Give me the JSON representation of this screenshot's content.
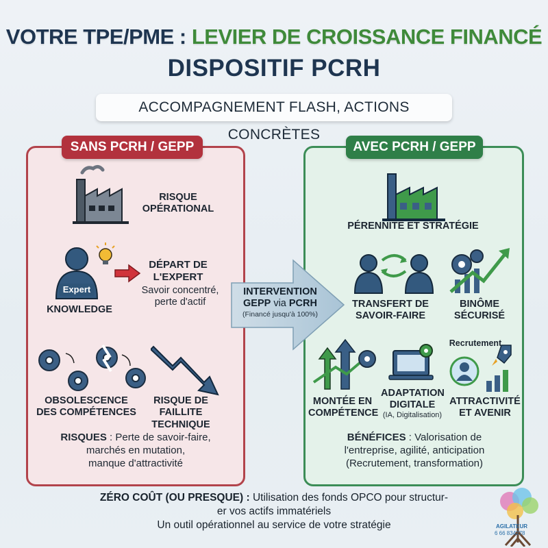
{
  "header": {
    "title_part1": "VOTRE TPE/PME :",
    "title_part2": "LEVIER DE CROISSANCE FINANCÉ",
    "title_line2": "DISPOSITIF PCRH",
    "subtitle": "ACCOMPAGNEMENT FLASH, ACTIONS CONCRÈTES"
  },
  "left_panel": {
    "badge": "SANS PCRH / GEPP",
    "risk_operational": [
      "RISQUE",
      "OPÉRATIONAL"
    ],
    "expert_badge": "Expert",
    "knowledge": "KNOWLEDGE",
    "depart_title": [
      "DÉPART DE",
      "L'EXPERT"
    ],
    "depart_desc": [
      "Savoir concentré,",
      "perte d'actif"
    ],
    "obsolescence": [
      "OBSOLESCENCE",
      "DES COMPÉTENCES"
    ],
    "faillite": [
      "RISQUE DE FAILLITE",
      "TECHNIQUE"
    ],
    "summary_label": "RISQUES",
    "summary_text": [
      " : Perte de savoir-faire,",
      "marchés en mutation,",
      "manque d'attractivité"
    ]
  },
  "center": {
    "line1": "INTERVENTION",
    "line2_bold1": "GEPP",
    "line2_norm": " via ",
    "line2_bold2": "PCRH",
    "line3": "(Financé jusqu'à 100%)"
  },
  "right_panel": {
    "badge": "AVEC PCRH / GEPP",
    "perennite": "PÉRENNITÉ ET STRATÉGIE",
    "transfert": [
      "TRANSFERT DE",
      "SAVOIR-FAIRE"
    ],
    "binome": [
      "BINÔME",
      "SÉCURISÉ"
    ],
    "recrutement": "Recrutement",
    "montee": [
      "MONTÉE EN",
      "COMPÉTENCE"
    ],
    "adaptation": [
      "ADAPTATION",
      "DIGITALE"
    ],
    "adaptation_sub": "(IA, Digitalisation)",
    "attractivite": [
      "ATTRACTIVITÉ",
      "ET AVENIR"
    ],
    "summary_label": "BÉNÉFICES",
    "summary_text": [
      " : Valorisation de",
      "l'entreprise, agilité, anticipation",
      "(Recrutement, transformation)"
    ]
  },
  "footer": {
    "bold": "ZÉRO COÛT (OU PRESQUE) :",
    "line1": " Utilisation des fonds OPCO pour structur-",
    "line2": "er vos actifs immatériels",
    "line3": "Un outil opérationnel au service de votre stratégie"
  },
  "logo": {
    "name": "AGILATEUR",
    "number": "6 66 834278"
  },
  "colors": {
    "red": "#b2323d",
    "green": "#2f7f48",
    "navy": "#1e3550",
    "blue_icon": "#3a5f86",
    "green_icon": "#3f9a4a"
  }
}
